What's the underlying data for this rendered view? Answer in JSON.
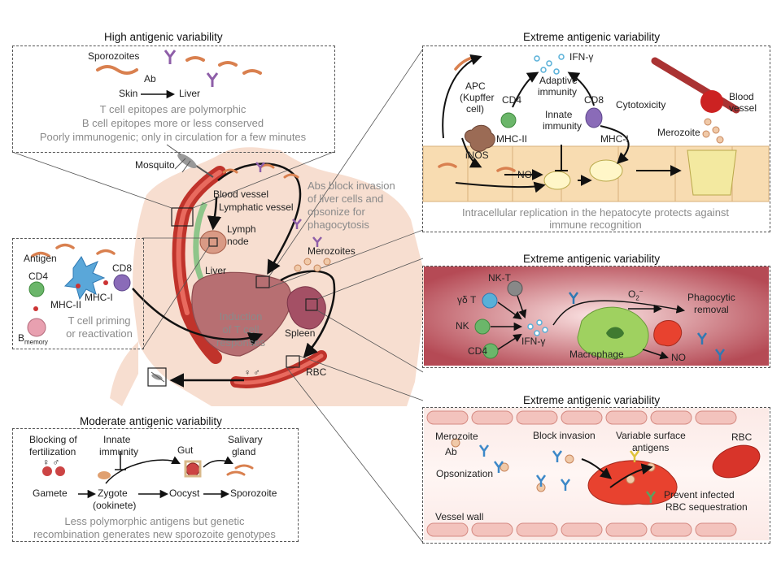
{
  "top_left": {
    "title": "High antigenic variability",
    "sporozoites": "Sporozoites",
    "ab": "Ab",
    "skin": "Skin",
    "liver": "Liver",
    "line1": "T cell epitopes are polymorphic",
    "line2": "B cell epitopes more or less conserved",
    "line3": "Poorly immunogenic; only in circulation for a few minutes"
  },
  "lymph_box": {
    "antigen": "Antigen",
    "cd4": "CD4",
    "cd8": "CD8",
    "mhc2": "MHC-II",
    "mhc1": "MHC-I",
    "bmem_b": "B",
    "bmem_sub": "memory",
    "priming1": "T cell priming",
    "priming2": "or reactivation"
  },
  "body": {
    "mosquito": "Mosquito",
    "blood_vessel": "Blood vessel",
    "lymphatic_vessel": "Lymphatic vessel",
    "lymph1": "Lymph",
    "lymph2": "node",
    "liver": "Liver",
    "induction1": "Induction",
    "induction2": "of T cell",
    "induction3": "responses",
    "spleen": "Spleen",
    "merozoites": "Merozoites",
    "rbc": "RBC",
    "abs1": "Abs block invasion",
    "abs2": "of liver cells and",
    "abs3": "opsonize for",
    "abs4": "phagocytosis",
    "gametes": "♀ ♂"
  },
  "bottom_left": {
    "title": "Moderate antigenic variability",
    "blocking1": "Blocking of",
    "blocking2": "fertilization",
    "innate1": "Innate",
    "innate2": "immunity",
    "gut": "Gut",
    "salivary1": "Salivary",
    "salivary2": "gland",
    "gamete": "Gamete",
    "zygote": "Zygote",
    "ookinete": "(ookinete)",
    "oocyst": "Oocyst",
    "sporozoite": "Sporozoite",
    "gender": "♀ ♂",
    "line1": "Less polymorphic antigens but genetic",
    "line2": "recombination generates new sporozoite genotypes"
  },
  "top_right": {
    "title": "Extreme antigenic variability",
    "ifn": "IFN-γ",
    "adaptive1": "Adaptive",
    "adaptive2": "immunity",
    "apc1": "APC",
    "apc2": "(Kupffer",
    "apc3": "cell)",
    "cd4": "CD4",
    "cd8": "CD8",
    "cytotoxicity": "Cytotoxicity",
    "innate1": "Innate",
    "innate2": "immunity",
    "mhc2": "MHC-II",
    "mhc1": "MHC-I",
    "merozoite": "Merozoite",
    "blood1": "Blood",
    "blood2": "vessel",
    "inos": "iNOS",
    "no": "NO",
    "caption1": "Intracellular replication in the hepatocyte protects against",
    "caption2": "immune recognition"
  },
  "mid_right": {
    "title": "Extreme antigenic variability",
    "nkt": "NK-T",
    "gdt": "γδ T",
    "nk": "NK",
    "cd4": "CD4",
    "ifn": "IFN-γ",
    "o2": "O",
    "o2_sub": "2",
    "o2_sup": "−",
    "phago1": "Phagocytic",
    "phago2": "removal",
    "macrophage": "Macrophage",
    "no": "NO"
  },
  "bottom_right": {
    "title": "Extreme antigenic variability",
    "merozoite": "Merozoite",
    "ab": "Ab",
    "opsonization": "Opsonization",
    "block": "Block invasion",
    "variable1": "Variable surface",
    "variable2": "antigens",
    "rbc": "RBC",
    "prevent1": "Prevent infected",
    "prevent2": "RBC sequestration",
    "wall": "Vessel wall"
  }
}
